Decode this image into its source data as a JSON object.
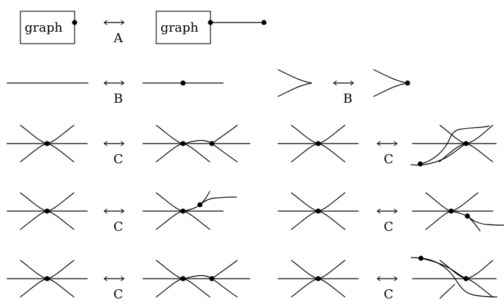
{
  "figure": {
    "box_label": "graph",
    "moves": {
      "A": "A",
      "B": "B",
      "C": "C"
    }
  }
}
